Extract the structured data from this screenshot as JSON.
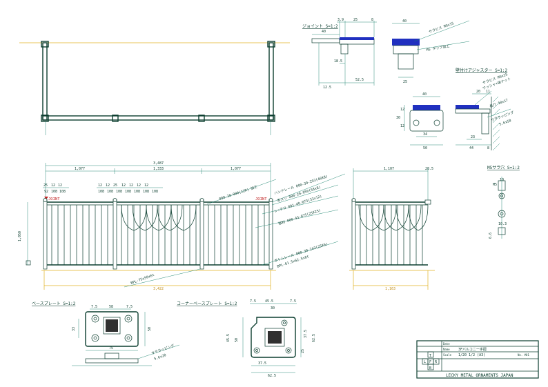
{
  "colors": {
    "line": "#0a3d2e",
    "dim": "#14806a",
    "joint": "#c02020",
    "plate_fill": "#2030c0",
    "ground": "#e0b020"
  },
  "plan": {
    "cap": ""
  },
  "joint_detail": {
    "title": "ジョイント S=1:2",
    "dims": [
      "3.9",
      "25",
      "8",
      "40",
      "18.5",
      "52.5",
      "12.5",
      "40",
      "25"
    ],
    "notes": [
      "サラビス M5x15",
      "M5 タップ加工"
    ]
  },
  "adjuster_detail": {
    "title": "壁付けアジャスター S=1:2",
    "dims": [
      "40",
      "30",
      "12",
      "12",
      "34",
      "50",
      "20",
      "11",
      "23",
      "44",
      "8"
    ],
    "notes": [
      "サラビス M5x25",
      "ワッシャ+袋ナット",
      "長穴 10x17",
      "サララッピング",
      "5.6x50"
    ]
  },
  "elevation": {
    "overall": "3,487",
    "spans": [
      "1,077",
      "1,333",
      "1,077"
    ],
    "pitch_a": [
      "25",
      "12",
      "12"
    ],
    "pitch_b": [
      "92",
      "108",
      "108"
    ],
    "pitch_c": [
      "12",
      "12",
      "25",
      "12",
      "12",
      "12",
      "12"
    ],
    "pitch_d": [
      "108",
      "108",
      "108",
      "108",
      "108",
      "108",
      "108"
    ],
    "joint_left": "JOINT",
    "joint_right": "JOINT",
    "height": "1,050",
    "bottom": "3,422",
    "post_label": "BPL-75x50x6t",
    "callouts": [
      "000-30-000(12R) 加工",
      "ハンドレール 000-30-293(40X8)",
      "手スリ 000-20-050(58x8)",
      "レ:デコ 001-40-073(33x12)",
      "縦材 000-43-075(25X25)",
      "ボトムレール 000-30-243(25X6)",
      "BPL-61.5x62.5x6t"
    ]
  },
  "side": {
    "width": "1,107",
    "offset": "28.5",
    "bottom": "1,163"
  },
  "m5": {
    "title": "M5サラ穴 S=1:2",
    "dims": [
      "10",
      "10.3",
      "6.6"
    ],
    "label": "M5"
  },
  "base_plate": {
    "title": "ベースプレート S=1:2",
    "dims": [
      "7.5",
      "58",
      "7.5",
      "33",
      "50",
      "75"
    ],
    "note1": "サララッピング",
    "note2": "5.6x20"
  },
  "corner_plate": {
    "title": "コーナーベースプレート S=1:2",
    "dims": [
      "7.5",
      "45.5",
      "7.5",
      "30",
      "45.5",
      "50",
      "37.5",
      "62.5",
      "25",
      "37.5",
      "62.5"
    ]
  },
  "title_block": {
    "row1_label": "Date",
    "row1_value": "",
    "row2_label": "Name",
    "row2_value": "3Fバルコニー手摺",
    "row3_label": "Scale",
    "row3_value": "1/20 1/2 (A3)",
    "row3_no": "No. #01",
    "letters": [
      "T",
      "L",
      "F",
      "R",
      "B"
    ],
    "company": "LECKY METAL ORNAMENTS JAPAN"
  }
}
